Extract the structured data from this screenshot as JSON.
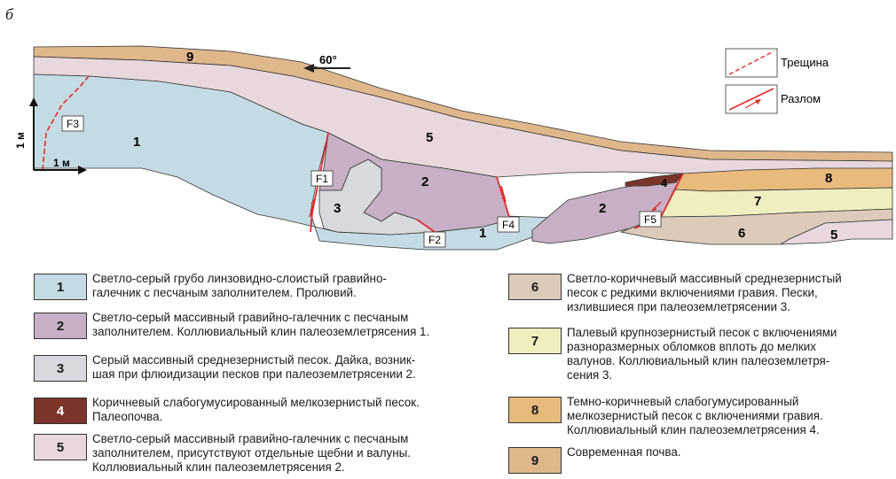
{
  "panel_label": "б",
  "direction_label": "60°",
  "scale": {
    "vertical": "1 м",
    "horizontal": "1 м"
  },
  "symbols": [
    {
      "name": "Трещина"
    },
    {
      "name": "Разлом"
    }
  ],
  "fault_labels": [
    "F1",
    "F2",
    "F3",
    "F4",
    "F5"
  ],
  "unit_colors": {
    "1": "#c5dbe4",
    "2": "#c7b0c5",
    "3": "#d8d9de",
    "4": "#7a3429",
    "5": "#e8d7dd",
    "6": "#dccbba",
    "7": "#f0eebf",
    "8": "#e8ba7c",
    "9": "#dfb78b"
  },
  "legend": [
    {
      "num": "1",
      "lines": [
        "Светло-серый грубо линзовидно-слоистый гравийно-",
        "галечник с песчаным заполнителем. Пролювий."
      ]
    },
    {
      "num": "2",
      "lines": [
        "Светло-серый массивный гравийно-галечник с песчаным",
        "заполнителем. Коллювиальный клин палеоземлетрясения 1."
      ]
    },
    {
      "num": "3",
      "lines": [
        "Серый массивный среднезернистый песок. Дайка, возник-",
        "шая при флюидизации песков при палеоземлетрясении 2."
      ]
    },
    {
      "num": "4",
      "lines": [
        "Коричневый слабогумусированный мелкозернистый песок.",
        "Палеопочва."
      ]
    },
    {
      "num": "5",
      "lines": [
        "Светло-серый массивный гравийно-галечник с песчаным",
        "заполнителем, присутствуют отдельные щебни и валуны.",
        "Коллювиальный клин палеоземлетрясения 2."
      ]
    },
    {
      "num": "6",
      "lines": [
        "Светло-коричневый массивный среднезернистый",
        "песок с редкими включениями гравия. Пески,",
        "излившиеся при палеоземлетрясении 3."
      ]
    },
    {
      "num": "7",
      "lines": [
        "Палевый крупнозернистый песок с включениями",
        "разноразмерных обломков вплоть до мелких",
        "валунов. Коллювиальный клин палеоземлетря-",
        "сения 3."
      ]
    },
    {
      "num": "8",
      "lines": [
        "Темно-коричневый слабогумусированный",
        "мелкозернистый песок с включениями гравия.",
        "Коллювиальный клин палеоземлетрясения 4."
      ]
    },
    {
      "num": "9",
      "lines": [
        "Современная почва."
      ]
    }
  ]
}
